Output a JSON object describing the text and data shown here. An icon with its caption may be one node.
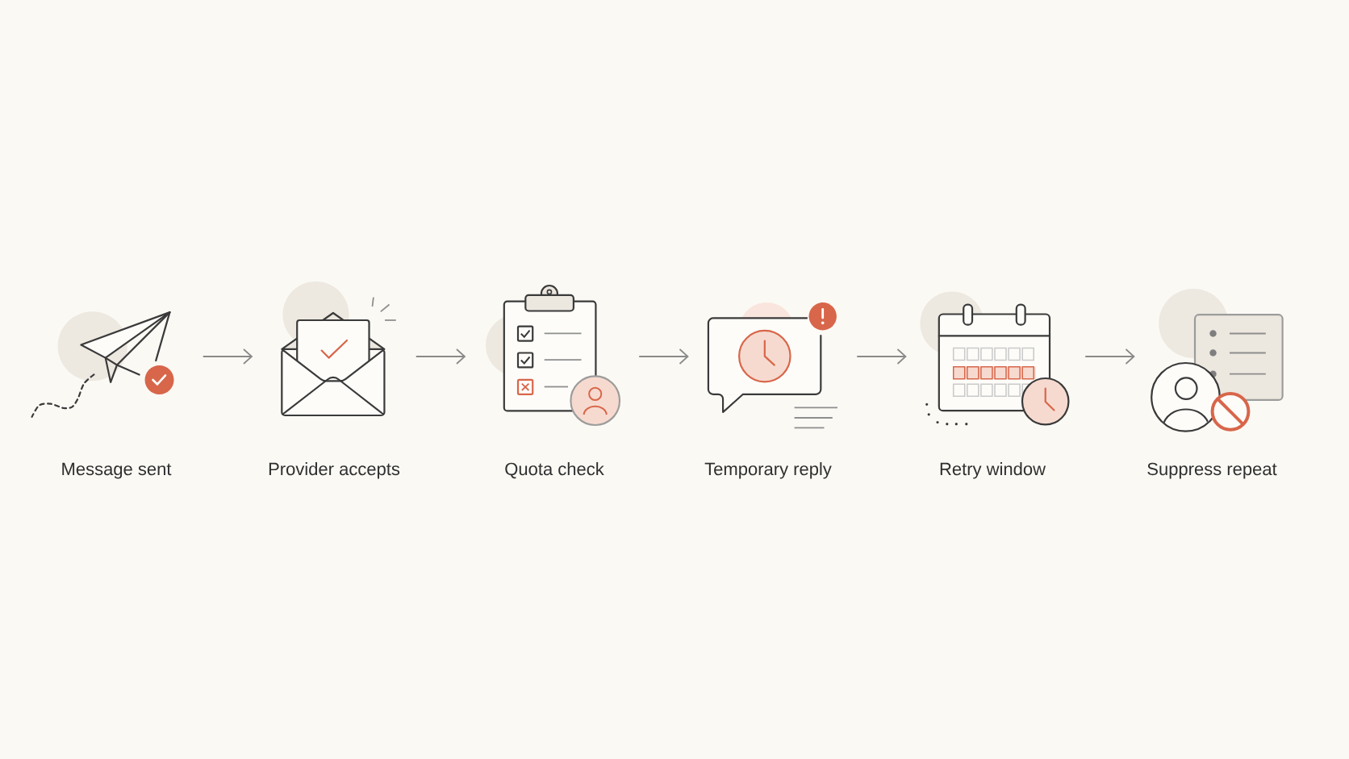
{
  "diagram": {
    "nodes": [
      {
        "text": [
          "Message sent"
        ]
      },
      {
        "text": [
          "Provider accepts"
        ]
      },
      {
        "text": [
          "Quota check"
        ]
      },
      {
        "text": [
          "Temporary reply"
        ]
      },
      {
        "text": [
          "Retry window"
        ]
      },
      {
        "text": [
          "Suppress repeat"
        ]
      }
    ],
    "edges": [
      {
        "from": 0,
        "to": 1,
        "arrow": "to"
      },
      {
        "from": 1,
        "to": 2,
        "arrow": "to"
      },
      {
        "from": 2,
        "to": 3,
        "arrow": "to"
      },
      {
        "from": 3,
        "to": 4,
        "arrow": "to"
      },
      {
        "from": 4,
        "to": 5,
        "arrow": "to"
      }
    ]
  }
}
